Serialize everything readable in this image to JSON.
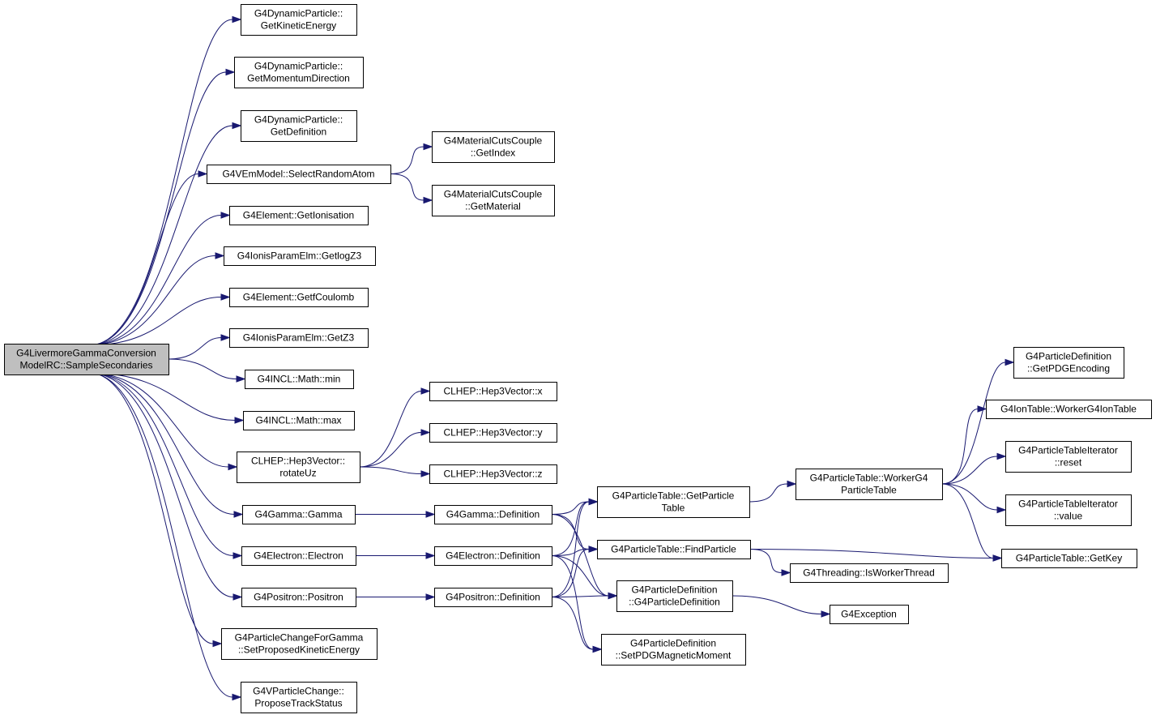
{
  "graph": {
    "root": "n0",
    "nodes": [
      {
        "id": "n0",
        "lines": [
          "G4LivermoreGammaConversion",
          "ModelRC::SampleSecondaries"
        ],
        "root": true
      },
      {
        "id": "n1",
        "lines": [
          "G4DynamicParticle::",
          "GetKineticEnergy"
        ]
      },
      {
        "id": "n2",
        "lines": [
          "G4DynamicParticle::",
          "GetMomentumDirection"
        ]
      },
      {
        "id": "n3",
        "lines": [
          "G4DynamicParticle::",
          "GetDefinition"
        ]
      },
      {
        "id": "n4",
        "lines": [
          "G4VEmModel::SelectRandomAtom"
        ]
      },
      {
        "id": "n5",
        "lines": [
          "G4Element::GetIonisation"
        ]
      },
      {
        "id": "n6",
        "lines": [
          "G4IonisParamElm::GetlogZ3"
        ]
      },
      {
        "id": "n7",
        "lines": [
          "G4Element::GetfCoulomb"
        ]
      },
      {
        "id": "n8",
        "lines": [
          "G4IonisParamElm::GetZ3"
        ]
      },
      {
        "id": "n9",
        "lines": [
          "G4INCL::Math::min"
        ]
      },
      {
        "id": "n10",
        "lines": [
          "G4INCL::Math::max"
        ]
      },
      {
        "id": "n11",
        "lines": [
          "CLHEP::Hep3Vector::",
          "rotateUz"
        ]
      },
      {
        "id": "n12",
        "lines": [
          "G4Gamma::Gamma"
        ]
      },
      {
        "id": "n13",
        "lines": [
          "G4Electron::Electron"
        ]
      },
      {
        "id": "n14",
        "lines": [
          "G4Positron::Positron"
        ]
      },
      {
        "id": "n15",
        "lines": [
          "G4ParticleChangeForGamma",
          "::SetProposedKineticEnergy"
        ]
      },
      {
        "id": "n16",
        "lines": [
          "G4VParticleChange::",
          "ProposeTrackStatus"
        ]
      },
      {
        "id": "n17",
        "lines": [
          "G4MaterialCutsCouple",
          "::GetIndex"
        ]
      },
      {
        "id": "n18",
        "lines": [
          "G4MaterialCutsCouple",
          "::GetMaterial"
        ]
      },
      {
        "id": "n19",
        "lines": [
          "CLHEP::Hep3Vector::x"
        ]
      },
      {
        "id": "n20",
        "lines": [
          "CLHEP::Hep3Vector::y"
        ]
      },
      {
        "id": "n21",
        "lines": [
          "CLHEP::Hep3Vector::z"
        ]
      },
      {
        "id": "n22",
        "lines": [
          "G4Gamma::Definition"
        ]
      },
      {
        "id": "n23",
        "lines": [
          "G4Electron::Definition"
        ]
      },
      {
        "id": "n24",
        "lines": [
          "G4Positron::Definition"
        ]
      },
      {
        "id": "n25",
        "lines": [
          "G4ParticleTable::GetParticle",
          "Table"
        ]
      },
      {
        "id": "n26",
        "lines": [
          "G4ParticleTable::FindParticle"
        ]
      },
      {
        "id": "n27",
        "lines": [
          "G4ParticleDefinition",
          "::G4ParticleDefinition"
        ]
      },
      {
        "id": "n28",
        "lines": [
          "G4ParticleDefinition",
          "::SetPDGMagneticMoment"
        ]
      },
      {
        "id": "n29",
        "lines": [
          "G4ParticleTable::WorkerG4",
          "ParticleTable"
        ]
      },
      {
        "id": "n30",
        "lines": [
          "G4Threading::IsWorkerThread"
        ]
      },
      {
        "id": "n31",
        "lines": [
          "G4Exception"
        ]
      },
      {
        "id": "n32",
        "lines": [
          "G4ParticleDefinition",
          "::GetPDGEncoding"
        ]
      },
      {
        "id": "n33",
        "lines": [
          "G4IonTable::WorkerG4IonTable"
        ]
      },
      {
        "id": "n34",
        "lines": [
          "G4ParticleTableIterator",
          "::reset"
        ]
      },
      {
        "id": "n35",
        "lines": [
          "G4ParticleTableIterator",
          "::value"
        ]
      },
      {
        "id": "n36",
        "lines": [
          "G4ParticleTable::GetKey"
        ]
      }
    ],
    "edges": [
      [
        "n0",
        "n1"
      ],
      [
        "n0",
        "n2"
      ],
      [
        "n0",
        "n3"
      ],
      [
        "n0",
        "n4"
      ],
      [
        "n0",
        "n5"
      ],
      [
        "n0",
        "n6"
      ],
      [
        "n0",
        "n7"
      ],
      [
        "n0",
        "n8"
      ],
      [
        "n0",
        "n9"
      ],
      [
        "n0",
        "n10"
      ],
      [
        "n0",
        "n11"
      ],
      [
        "n0",
        "n12"
      ],
      [
        "n0",
        "n13"
      ],
      [
        "n0",
        "n14"
      ],
      [
        "n0",
        "n15"
      ],
      [
        "n0",
        "n16"
      ],
      [
        "n4",
        "n17"
      ],
      [
        "n4",
        "n18"
      ],
      [
        "n11",
        "n19"
      ],
      [
        "n11",
        "n20"
      ],
      [
        "n11",
        "n21"
      ],
      [
        "n12",
        "n22"
      ],
      [
        "n13",
        "n23"
      ],
      [
        "n14",
        "n24"
      ],
      [
        "n22",
        "n25"
      ],
      [
        "n22",
        "n26"
      ],
      [
        "n22",
        "n27"
      ],
      [
        "n23",
        "n25"
      ],
      [
        "n23",
        "n26"
      ],
      [
        "n23",
        "n27"
      ],
      [
        "n23",
        "n28"
      ],
      [
        "n24",
        "n25"
      ],
      [
        "n24",
        "n26"
      ],
      [
        "n24",
        "n27"
      ],
      [
        "n24",
        "n28"
      ],
      [
        "n25",
        "n29"
      ],
      [
        "n26",
        "n36"
      ],
      [
        "n26",
        "n30"
      ],
      [
        "n27",
        "n31"
      ],
      [
        "n29",
        "n32"
      ],
      [
        "n29",
        "n33"
      ],
      [
        "n29",
        "n34"
      ],
      [
        "n29",
        "n35"
      ],
      [
        "n29",
        "n36"
      ]
    ]
  },
  "colors": {
    "edge": "#191970",
    "root_fill": "#bfbfbf",
    "node_fill": "#ffffff",
    "node_border": "#000000"
  }
}
